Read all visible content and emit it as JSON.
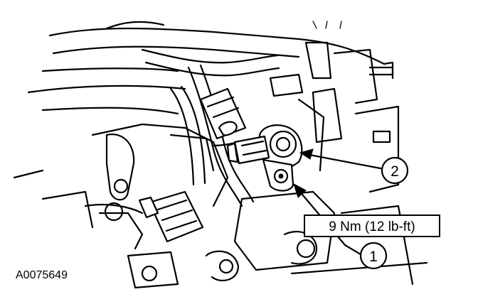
{
  "figure": {
    "id_label": "A0075649",
    "torque_label": "9 Nm (12 lb-ft)",
    "callouts": [
      {
        "number": "1"
      },
      {
        "number": "2"
      }
    ]
  }
}
